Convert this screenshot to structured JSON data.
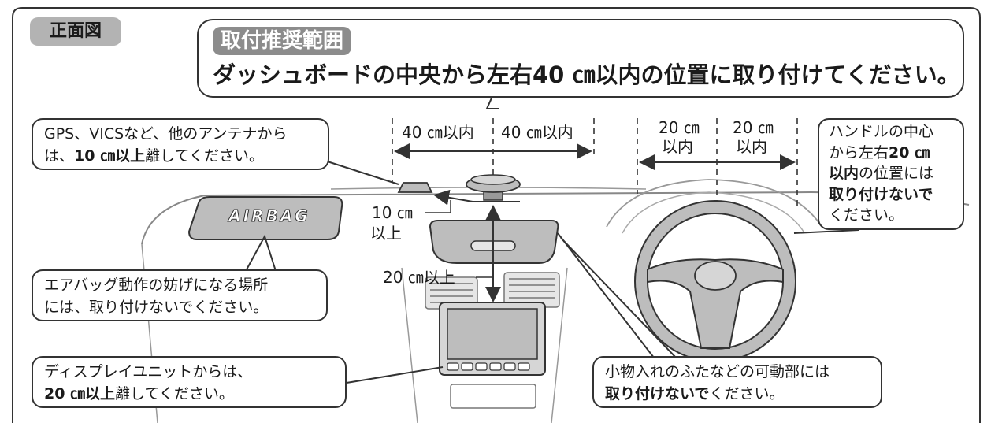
{
  "view_tag": "正面図",
  "recommended": {
    "tag": "取付推奨範囲",
    "headline": "ダッシュボードの中央から左右40 ㎝以内の位置に取り付けてください。"
  },
  "dimensions": {
    "center_left": "40 ㎝以内",
    "center_right": "40 ㎝以内",
    "wheel_left_1": "20 ㎝",
    "wheel_left_2": "以内",
    "wheel_right_1": "20 ㎝",
    "wheel_right_2": "以内",
    "gps_gap_1": "10 ㎝",
    "gps_gap_2": "以上",
    "display_gap": "20 ㎝以上"
  },
  "airbag_text": "AIRBAG",
  "callouts": {
    "gps": {
      "line1": "GPS、VICSなど、他のアンテナから",
      "line2_pre": "は、",
      "line2_bold": "10 ㎝以上",
      "line2_post": "離してください。"
    },
    "handle": {
      "line1": "ハンドルの中心",
      "line2_pre": "から左右",
      "line2_bold": "20 ㎝",
      "line3_bold": "以内",
      "line3_post": "の位置には",
      "line4_bold": "取り付けないで",
      "line5": "ください。"
    },
    "airbag": {
      "line1": "エアバッグ動作の妨げになる場所",
      "line2": "には、取り付けないでください。"
    },
    "display": {
      "line1": "ディスプレイユニットからは、",
      "line2_bold": "20 ㎝以上",
      "line2_post": "離してください。"
    },
    "glovebox": {
      "line1": "小物入れのふたなどの可動部には",
      "line2_bold": "取り付けないで",
      "line2_post": "ください。"
    }
  },
  "colors": {
    "tag_bg": "#8c8c8c",
    "line": "#333333",
    "fill": "#bdbdbd"
  }
}
